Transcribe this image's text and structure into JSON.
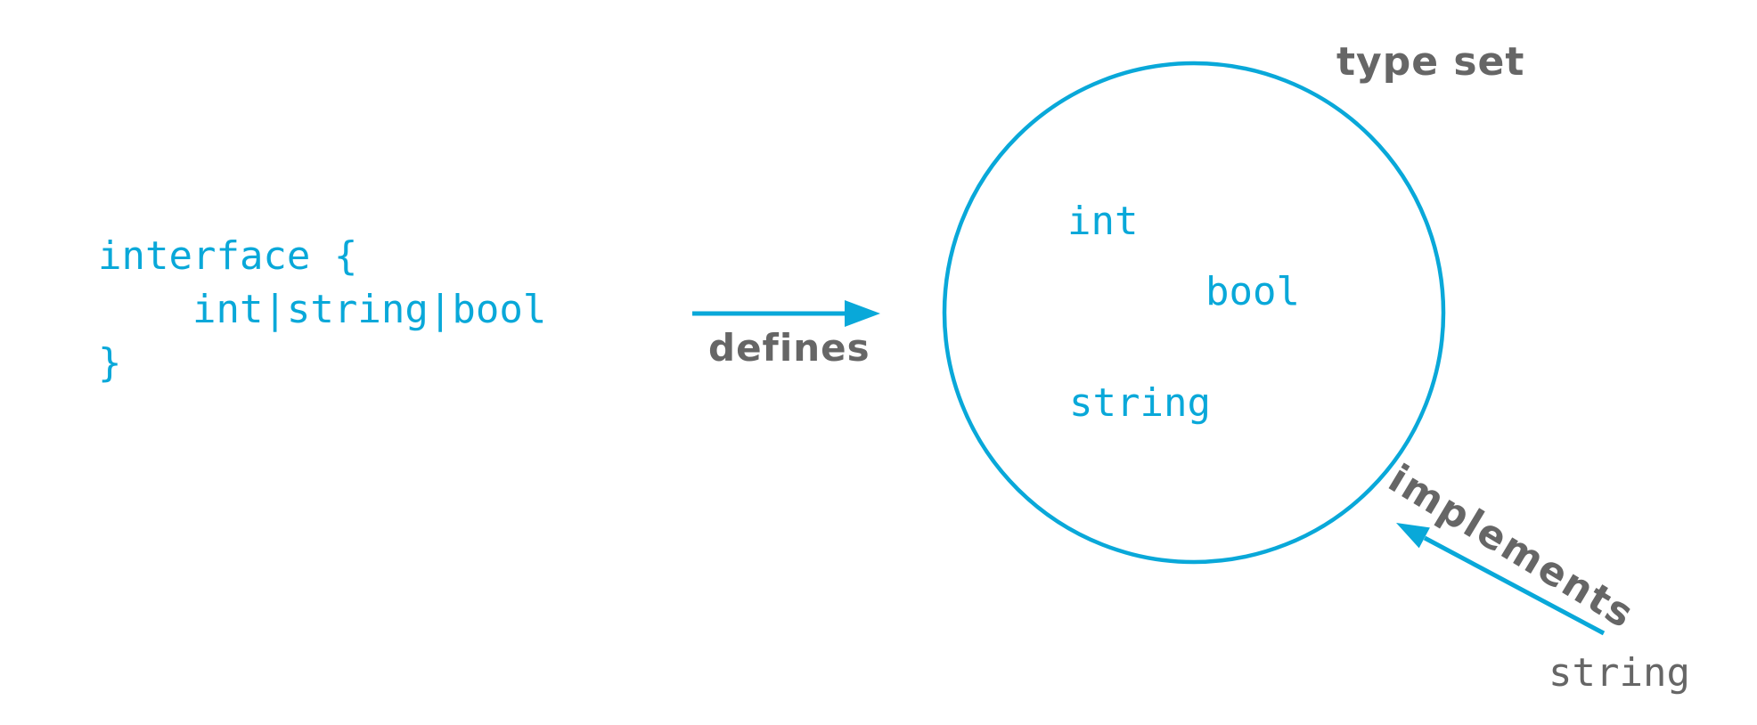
{
  "colors": {
    "accent_cyan": "#09a8d9",
    "label_gray": "#666666",
    "background": "#ffffff"
  },
  "code_panel": {
    "code": "interface {\n    int|string|bool\n}"
  },
  "defines_arrow": {
    "label": "defines"
  },
  "type_set": {
    "title": "type set",
    "members": {
      "first": "int",
      "second": "bool",
      "third": "string"
    }
  },
  "implements_arrow": {
    "label": "implements",
    "source_type": "string"
  }
}
